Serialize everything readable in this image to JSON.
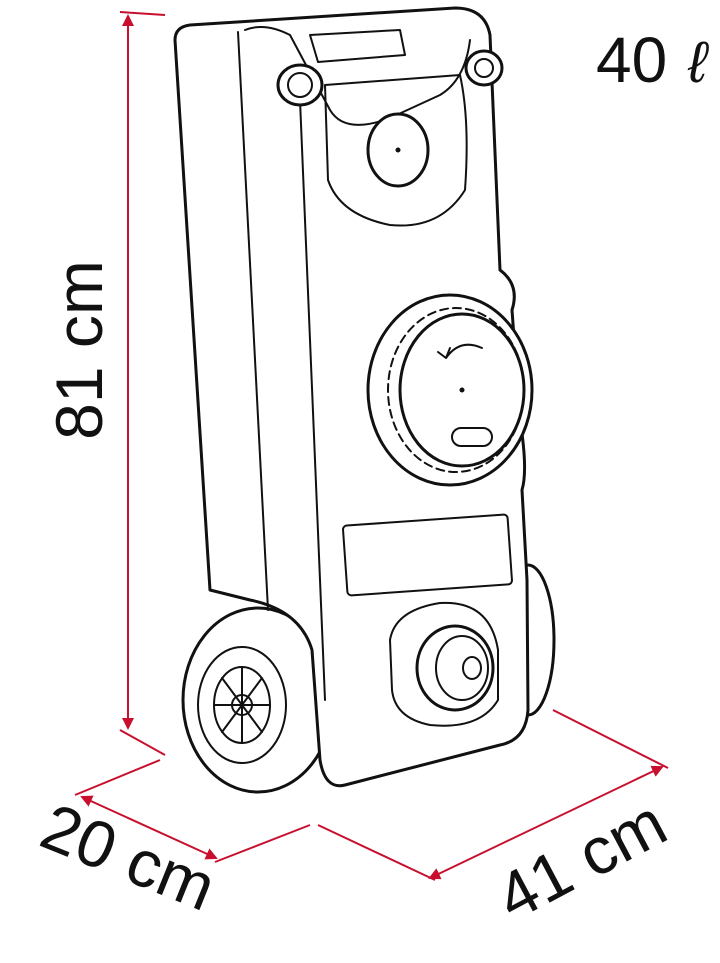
{
  "volume": {
    "value": "40",
    "unit": "ℓ"
  },
  "dimensions": {
    "height": "81 cm",
    "depth": "20 cm",
    "width": "41 cm"
  },
  "colors": {
    "dimension_line": "#c8102e",
    "outline": "#111111",
    "background": "#ffffff"
  },
  "icons": {
    "arrow": "rotate-arrow-icon"
  }
}
